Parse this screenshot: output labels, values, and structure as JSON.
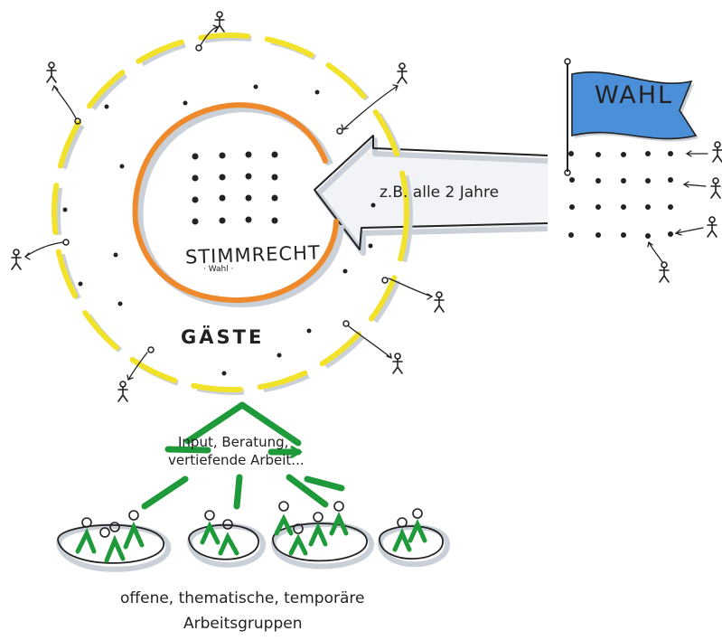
{
  "labels": {
    "stimmrecht": "STIMMRECHT",
    "wahl_small": "· Wahl ·",
    "gaeste": "GÄSTE",
    "flag": "WAHL",
    "arrow": "z.B. alle 2 Jahre",
    "input_line1": "Input, Beratung,",
    "input_line2": "vertiefende Arbeit...",
    "groups_line1": "offene, thematische, temporäre",
    "groups_line2": "Arbeitsgruppen"
  },
  "colors": {
    "yellow_ring": "#f2e22a",
    "orange_circle": "#ef8a2c",
    "flag_blue": "#4a8fd8",
    "green_people": "#1f9a3a",
    "shadow": "#c9d0d8",
    "ink": "#222222"
  }
}
